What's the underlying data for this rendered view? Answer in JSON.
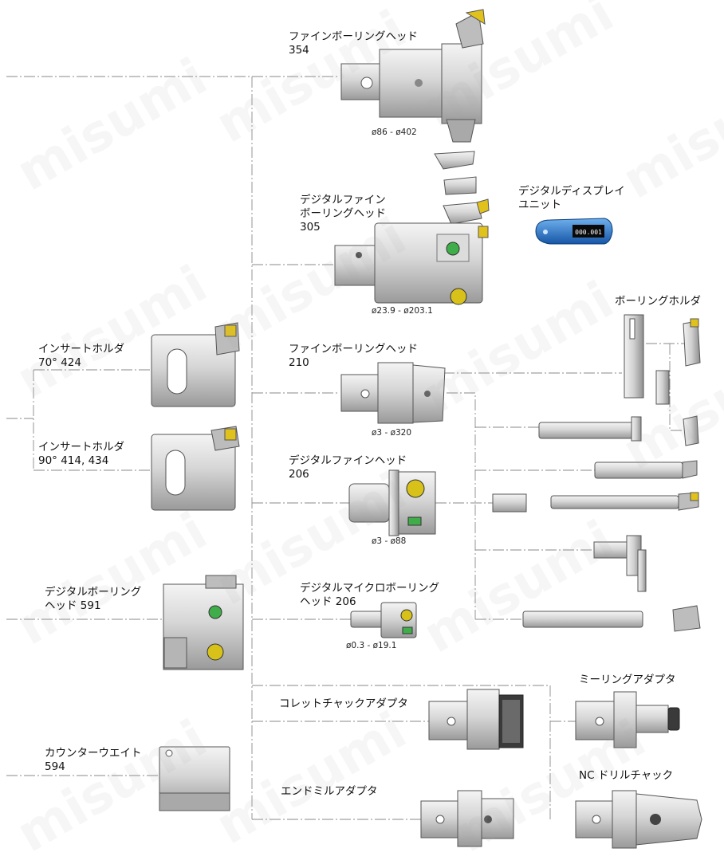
{
  "watermark": "misumi",
  "labels": {
    "fine_354": {
      "l1": "ファインボーリングヘッド",
      "l2": "354"
    },
    "digital_fine_305": {
      "l1": "デジタルファイン",
      "l2": "ボーリングヘッド",
      "l3": "305"
    },
    "display_unit": {
      "l1": "デジタルディスプレイ",
      "l2": "ユニット"
    },
    "boring_holder": {
      "l1": "ボーリングホルダ"
    },
    "insert_70": {
      "l1": "インサートホルダ",
      "l2": "70° 424"
    },
    "insert_90": {
      "l1": "インサートホルダ",
      "l2": "90° 414, 434"
    },
    "fine_210": {
      "l1": "ファインボーリングヘッド",
      "l2": "210"
    },
    "digital_fine_206": {
      "l1": "デジタルファインヘッド",
      "l2": "206"
    },
    "digital_boring_591": {
      "l1": "デジタルボーリング",
      "l2": "ヘッド 591"
    },
    "digital_micro_206": {
      "l1": "デジタルマイクロボーリング",
      "l2": "ヘッド 206"
    },
    "collet_adapter": {
      "l1": "コレットチャックアダプタ"
    },
    "milling_adapter": {
      "l1": "ミーリングアダプタ"
    },
    "counterweight_594": {
      "l1": "カウンターウエイト",
      "l2": "594"
    },
    "endmill_adapter": {
      "l1": "エンドミルアダプタ"
    },
    "nc_drill_chuck": {
      "l1": "NC ドリルチャック"
    }
  },
  "ranges": {
    "r354": "ø86 - ø402",
    "r305": "ø23.9 - ø203.1",
    "r210": "ø3 - ø320",
    "r206": "ø3 - ø88",
    "r206micro": "ø0.3 - ø19.1"
  },
  "display_readout": "000.001",
  "colors": {
    "line": "#8a8a8a",
    "metal": "#cfcfcf",
    "edge": "#555555",
    "blue": "#1f6fc6",
    "yellow": "#d8c21a",
    "green": "#3fae4a"
  },
  "icons": [
    "boring-head-icon",
    "insert-icon",
    "display-unit-icon",
    "bar-icon",
    "adapter-icon",
    "drill-chuck-icon",
    "counterweight-icon"
  ]
}
